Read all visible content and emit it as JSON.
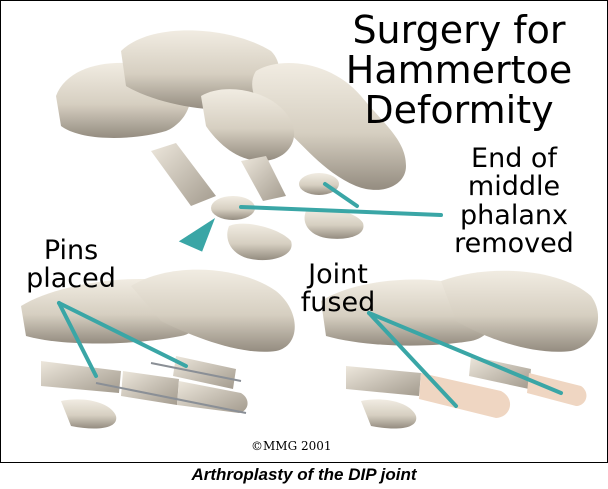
{
  "title": "Surgery for\nHammertoe\nDeformity",
  "labels": {
    "end_of_phalanx": "End of\nmiddle\nphalanx\nremoved",
    "pins_placed": "Pins\nplaced",
    "joint_fused": "Joint\nfused"
  },
  "copyright": "©MMG 2001",
  "caption": "Arthroplasty of the DIP joint",
  "colors": {
    "bone": "#d9d2c4",
    "bone_shadow": "#9e968a",
    "pointer": "#3aa6a6",
    "pin": "#8a8f96",
    "fusion": "#efd6c2"
  }
}
